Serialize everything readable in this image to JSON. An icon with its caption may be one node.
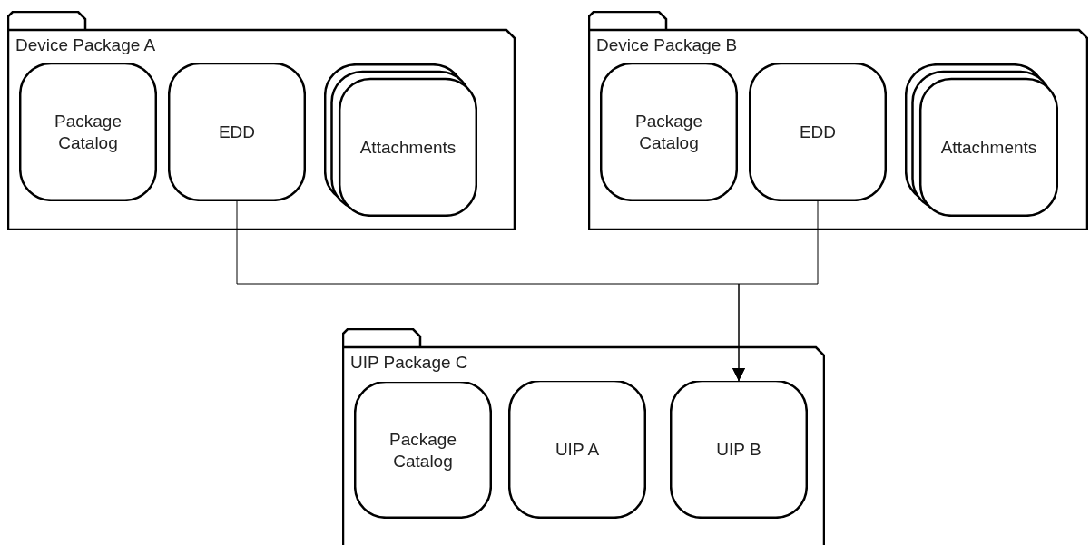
{
  "diagram": {
    "nodes": [
      {
        "text": [
          "Device Package A"
        ]
      },
      {
        "text": [
          "Package Catalog"
        ],
        "in": 0
      },
      {
        "text": [
          "EDD"
        ],
        "in": 0
      },
      {
        "text": [
          "Attachments"
        ],
        "in": 0
      },
      {
        "text": [
          "Device Package B"
        ]
      },
      {
        "text": [
          "Package Catalog"
        ],
        "in": 4
      },
      {
        "text": [
          "EDD"
        ],
        "in": 4
      },
      {
        "text": [
          "Attachments"
        ],
        "in": 4
      },
      {
        "text": [
          "UIP Package C"
        ]
      },
      {
        "text": [
          "Package Catalog"
        ],
        "in": 8
      },
      {
        "text": [
          "UIP A"
        ],
        "in": 8
      },
      {
        "text": [
          "UIP B"
        ],
        "in": 8
      }
    ],
    "edges": [
      {
        "from": 2,
        "to": 11,
        "arrow": "to"
      },
      {
        "from": 6,
        "to": 11,
        "arrow": "to"
      }
    ]
  }
}
